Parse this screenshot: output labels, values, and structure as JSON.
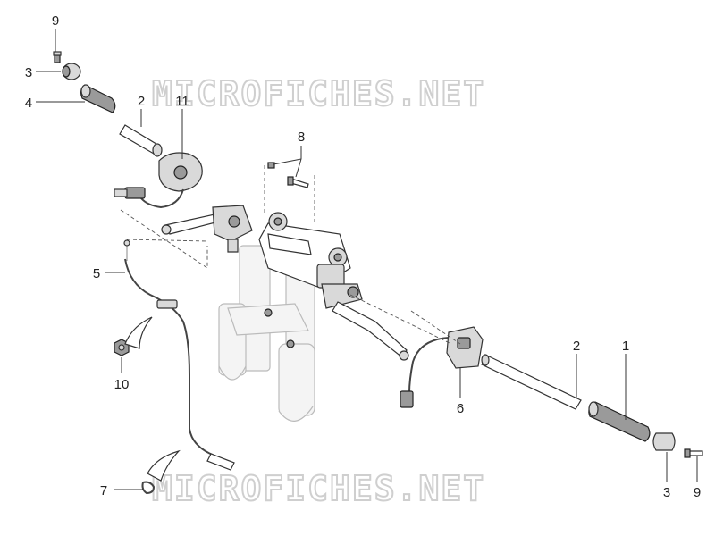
{
  "watermark": {
    "top": "MICROFICHES.NET",
    "bottom": "MICROFICHES.NET"
  },
  "callouts": [
    {
      "id": "c9a",
      "label": "9"
    },
    {
      "id": "c3a",
      "label": "3"
    },
    {
      "id": "c4",
      "label": "4"
    },
    {
      "id": "c2a",
      "label": "2"
    },
    {
      "id": "c11",
      "label": "11"
    },
    {
      "id": "c8",
      "label": "8"
    },
    {
      "id": "c5",
      "label": "5"
    },
    {
      "id": "c10",
      "label": "10"
    },
    {
      "id": "c7",
      "label": "7"
    },
    {
      "id": "c6",
      "label": "6"
    },
    {
      "id": "c2b",
      "label": "2"
    },
    {
      "id": "c1",
      "label": "1"
    },
    {
      "id": "c3b",
      "label": "3"
    },
    {
      "id": "c9b",
      "label": "9"
    }
  ]
}
